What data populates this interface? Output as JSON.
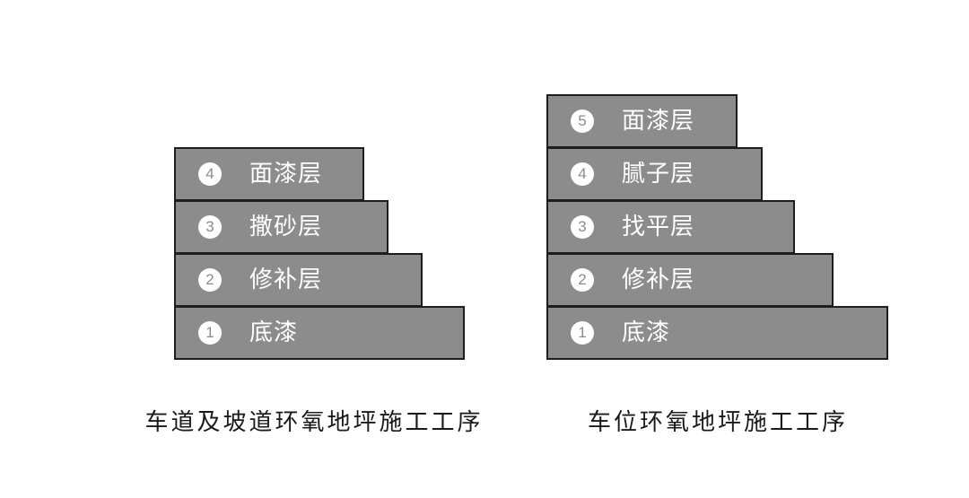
{
  "left_diagram": {
    "caption": "车道及坡道环氧地坪施工工序",
    "layers": [
      {
        "num": "1",
        "label": "底漆"
      },
      {
        "num": "2",
        "label": "修补层"
      },
      {
        "num": "3",
        "label": "撒砂层"
      },
      {
        "num": "4",
        "label": "面漆层"
      }
    ]
  },
  "right_diagram": {
    "caption": "车位环氧地坪施工工序",
    "layers": [
      {
        "num": "1",
        "label": "底漆"
      },
      {
        "num": "2",
        "label": "修补层"
      },
      {
        "num": "3",
        "label": "找平层"
      },
      {
        "num": "4",
        "label": "腻子层"
      },
      {
        "num": "5",
        "label": "面漆层"
      }
    ]
  },
  "colors": {
    "layer_fill": "#8c8c8c",
    "layer_border": "#1e1e1e",
    "text_light": "#ffffff",
    "caption_text": "#1a1a1a"
  }
}
